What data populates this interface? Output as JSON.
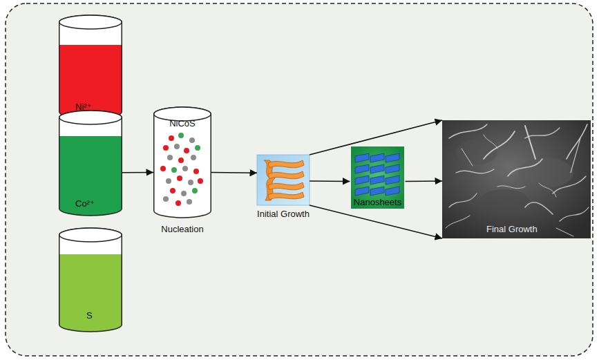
{
  "diagram": {
    "nodes": [
      {
        "text": [
          "Ni²⁺"
        ]
      },
      {
        "text": [
          "Co²⁺"
        ]
      },
      {
        "text": [
          "S"
        ]
      },
      {
        "text": [
          "NiCoS",
          "Nucleation"
        ]
      },
      {
        "text": [
          "Initial Growth"
        ]
      },
      {
        "text": [
          "Nanosheets"
        ]
      },
      {
        "text": [
          "Final Growth"
        ]
      }
    ],
    "edges": [
      {
        "from": 1,
        "to": 3,
        "arrow": "to"
      },
      {
        "from": 3,
        "to": 4,
        "arrow": "to"
      },
      {
        "from": 4,
        "to": 5,
        "arrow": "to"
      },
      {
        "from": 4,
        "to": 6,
        "arrow": "to"
      },
      {
        "from": 4,
        "to": 6,
        "arrow": "to"
      },
      {
        "from": 5,
        "to": 6,
        "arrow": "to"
      }
    ]
  }
}
